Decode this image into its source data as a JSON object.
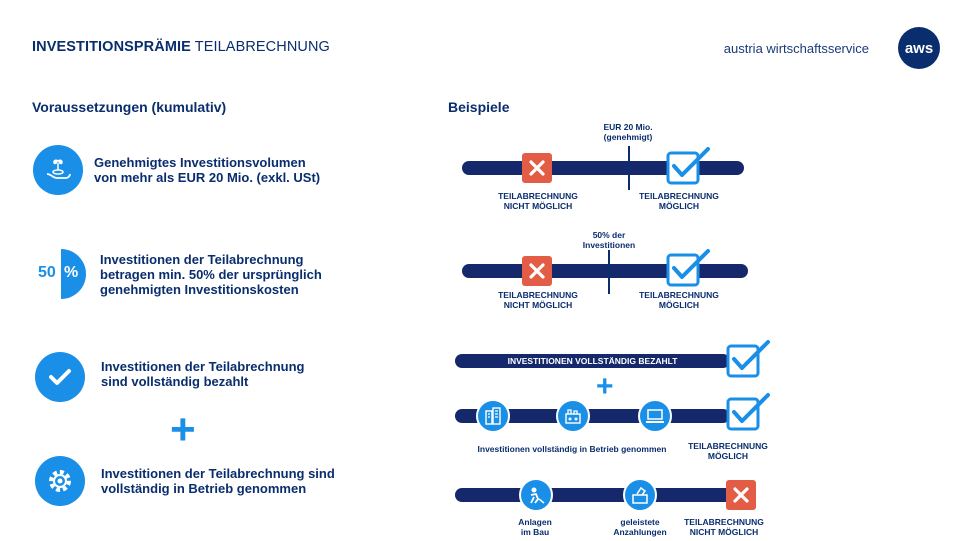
{
  "header": {
    "title_bold": "INVESTITIONSPRÄMIE",
    "title_rest": " TEILABRECHNUNG",
    "brand_text": "austria wirtschaftsservice",
    "logo_text": "aws"
  },
  "left": {
    "heading": "Voraussetzungen (kumulativ)",
    "items": [
      {
        "line1": "Genehmigtes Investitionsvolumen",
        "line2": "von mehr als EUR 20 Mio. (exkl. USt)"
      },
      {
        "line1": "Investitionen der Teilabrechnung",
        "line2": "betragen min. 50% der ursprünglich",
        "line3": "genehmigten Investitionskosten",
        "badge_num": "50",
        "badge_pct": "%"
      },
      {
        "line1": "Investitionen der Teilabrechnung",
        "line2": "sind vollständig bezahlt"
      },
      {
        "line1": "Investitionen der Teilabrechnung sind",
        "line2": "vollständig in Betrieb genommen"
      }
    ],
    "plus": "+"
  },
  "right": {
    "heading": "Beispiele",
    "ex1": {
      "marker1": "EUR 20 Mio.",
      "marker2": "(genehmigt)",
      "no1": "TEILABRECHNUNG",
      "no2": "NICHT MÖGLICH",
      "yes1": "TEILABRECHNUNG",
      "yes2": "MÖGLICH"
    },
    "ex2": {
      "marker1": "50% der",
      "marker2": "Investitionen",
      "no1": "TEILABRECHNUNG",
      "no2": "NICHT MÖGLICH",
      "yes1": "TEILABRECHNUNG",
      "yes2": "MÖGLICH"
    },
    "ex3": {
      "bar_label": "INVESTITIONEN VOLLSTÄNDIG BEZAHLT",
      "plus": "+",
      "op_label": "Investitionen vollständig in Betrieb genommen",
      "yes1": "TEILABRECHNUNG",
      "yes2": "MÖGLICH"
    },
    "ex4": {
      "a1": "Anlagen",
      "a2": "im Bau",
      "b1": "geleistete",
      "b2": "Anzahlungen",
      "no1": "TEILABRECHNUNG",
      "no2": "NICHT MÖGLICH"
    }
  },
  "colors": {
    "navy": "#0a2d6e",
    "blue": "#1a8fe8",
    "red": "#e35d46"
  }
}
